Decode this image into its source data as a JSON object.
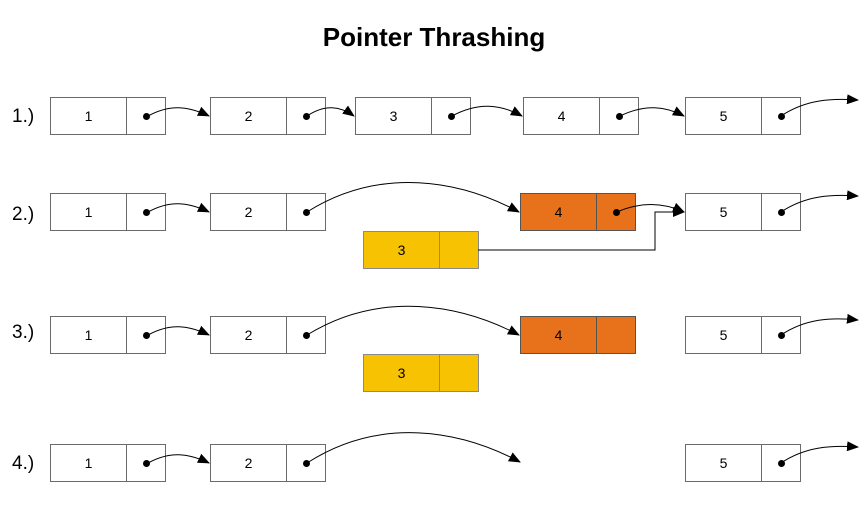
{
  "title": "Pointer Thrashing",
  "rows": [
    {
      "label": "1.)",
      "nodes": [
        "1",
        "2",
        "3",
        "4",
        "5"
      ]
    },
    {
      "label": "2.)",
      "nodes": [
        "1",
        "2",
        "4",
        "5"
      ],
      "detached": "3"
    },
    {
      "label": "3.)",
      "nodes": [
        "1",
        "2",
        "4",
        "5"
      ],
      "detached": "3"
    },
    {
      "label": "4.)",
      "nodes": [
        "1",
        "2",
        "5"
      ]
    }
  ],
  "colors": {
    "node_fill": "#ffffff",
    "removed_fill": "#e8721c",
    "detached_fill": "#f7c202",
    "border": "#6a6a6a",
    "line": "#000000"
  }
}
